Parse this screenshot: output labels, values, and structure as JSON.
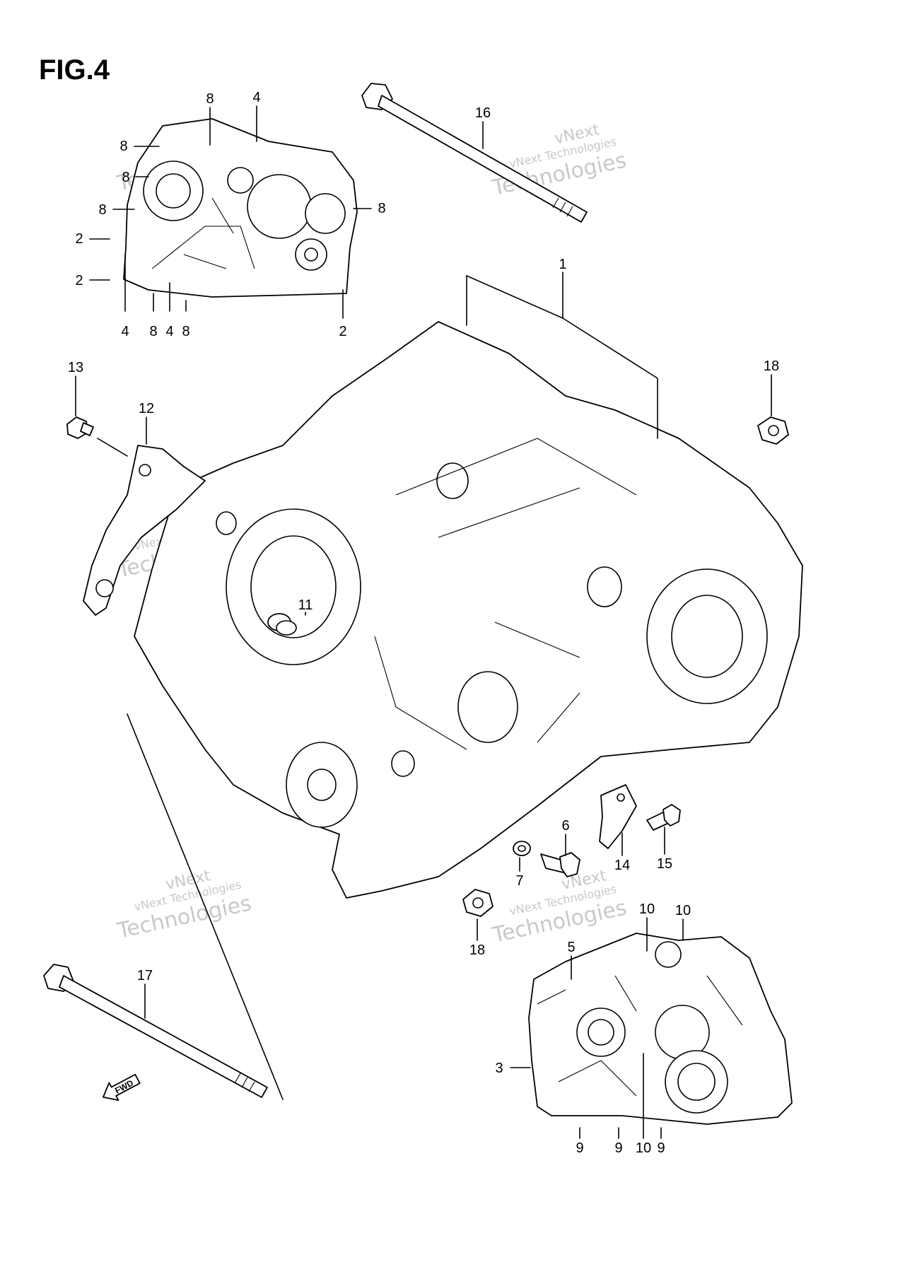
{
  "figure": {
    "title": "FIG.4"
  },
  "watermark": {
    "line1": "vNext",
    "line2": "vNext Technologies",
    "line3": "Technologies"
  },
  "direction_arrow": {
    "label": "FWD",
    "icon": "forward-arrow-icon"
  },
  "callouts": [
    {
      "id": "c-top-8-a",
      "label": "8"
    },
    {
      "id": "c-top-4-a",
      "label": "4"
    },
    {
      "id": "c-top-8-b",
      "label": "8"
    },
    {
      "id": "c-top-8-c",
      "label": "8"
    },
    {
      "id": "c-top-8-d",
      "label": "8"
    },
    {
      "id": "c-top-8-e",
      "label": "8"
    },
    {
      "id": "c-top-2-a",
      "label": "2"
    },
    {
      "id": "c-top-2-b",
      "label": "2"
    },
    {
      "id": "c-top-4-b",
      "label": "4"
    },
    {
      "id": "c-top-8-f",
      "label": "8"
    },
    {
      "id": "c-top-4-c",
      "label": "4"
    },
    {
      "id": "c-top-8-g",
      "label": "8"
    },
    {
      "id": "c-top-2-c",
      "label": "2"
    },
    {
      "id": "c-16",
      "label": "16"
    },
    {
      "id": "c-1",
      "label": "1"
    },
    {
      "id": "c-13",
      "label": "13"
    },
    {
      "id": "c-12",
      "label": "12"
    },
    {
      "id": "c-18-a",
      "label": "18"
    },
    {
      "id": "c-11",
      "label": "11"
    },
    {
      "id": "c-6",
      "label": "6"
    },
    {
      "id": "c-7",
      "label": "7"
    },
    {
      "id": "c-14",
      "label": "14"
    },
    {
      "id": "c-15",
      "label": "15"
    },
    {
      "id": "c-18-b",
      "label": "18"
    },
    {
      "id": "c-17",
      "label": "17"
    },
    {
      "id": "c-10-a",
      "label": "10"
    },
    {
      "id": "c-10-b",
      "label": "10"
    },
    {
      "id": "c-5",
      "label": "5"
    },
    {
      "id": "c-3",
      "label": "3"
    },
    {
      "id": "c-9-a",
      "label": "9"
    },
    {
      "id": "c-9-b",
      "label": "9"
    },
    {
      "id": "c-10-c",
      "label": "10"
    },
    {
      "id": "c-9-c",
      "label": "9"
    }
  ]
}
